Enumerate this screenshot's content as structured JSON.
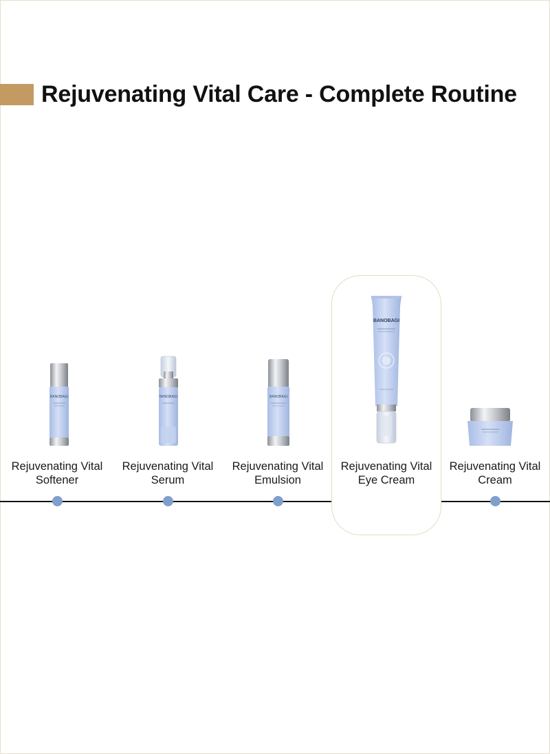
{
  "page": {
    "title": "Rejuvenating Vital Care - Complete Routine",
    "accent_color": "#c29a62",
    "dot_color": "#7f9fcc"
  },
  "products": [
    {
      "line1": "Rejuvenating Vital",
      "line2": "Softener",
      "highlighted": false
    },
    {
      "line1": "Rejuvenating Vital",
      "line2": "Serum",
      "highlighted": false
    },
    {
      "line1": "Rejuvenating Vital",
      "line2": "Emulsion",
      "highlighted": false
    },
    {
      "line1": "Rejuvenating Vital",
      "line2": "Eye Cream",
      "highlighted": true
    },
    {
      "line1": "Rejuvenating Vital",
      "line2": "Cream",
      "highlighted": false
    }
  ],
  "brand_logo": "BANOBAGI"
}
